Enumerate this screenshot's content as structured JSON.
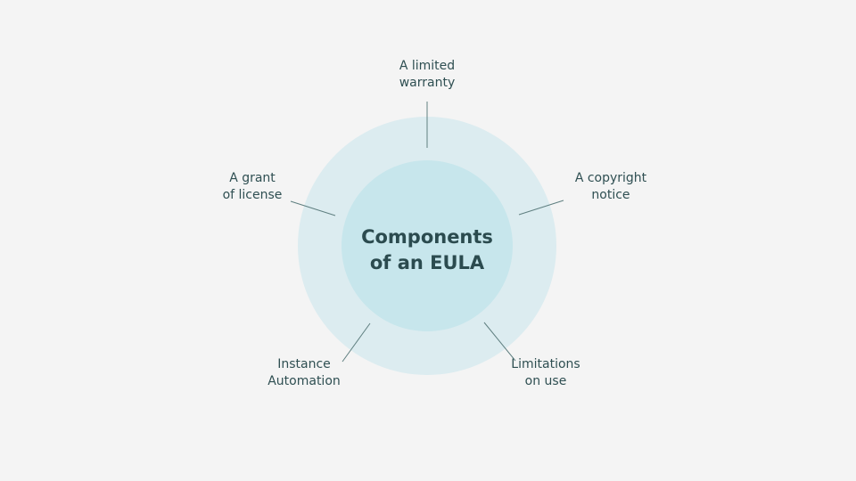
{
  "diagram": {
    "center": {
      "line1": "Components",
      "line2": "of an EULA"
    },
    "components": [
      {
        "line1": "A limited",
        "line2": "warranty"
      },
      {
        "line1": "A copyright",
        "line2": "notice"
      },
      {
        "line1": "Limitations",
        "line2": "on use"
      },
      {
        "line1": "Instance",
        "line2": "Automation"
      },
      {
        "line1": "A grant",
        "line2": "of license"
      }
    ],
    "colors": {
      "background": "#f4f4f4",
      "outer_ring": "#dcecf0",
      "inner_circle": "#c7e6ec",
      "connector": "#5f7f80",
      "text": "#2f4f52"
    }
  }
}
